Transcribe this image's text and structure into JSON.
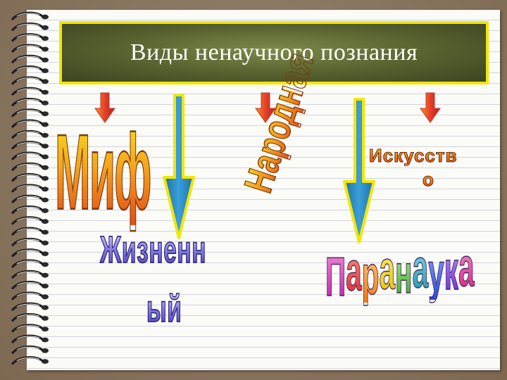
{
  "slide": {
    "title": "Виды ненаучного познания"
  },
  "wordart": {
    "myth": "Миф",
    "folk": "Народная",
    "art_line1": "Искусств",
    "art_line2": "о",
    "life_line1": "Жизненн",
    "life_line2": "ый",
    "para": "Паранаука"
  },
  "colors": {
    "title_bg": "#55602e",
    "title_border": "#f2e600",
    "red_arrow": "#e5402a",
    "blue_arrow": "#2d8fc4",
    "arrow_outline": "#f2e600"
  },
  "icons": [
    "spiral-binding-ring-icon",
    "red-down-arrow-icon",
    "blue-down-arrow-icon"
  ]
}
